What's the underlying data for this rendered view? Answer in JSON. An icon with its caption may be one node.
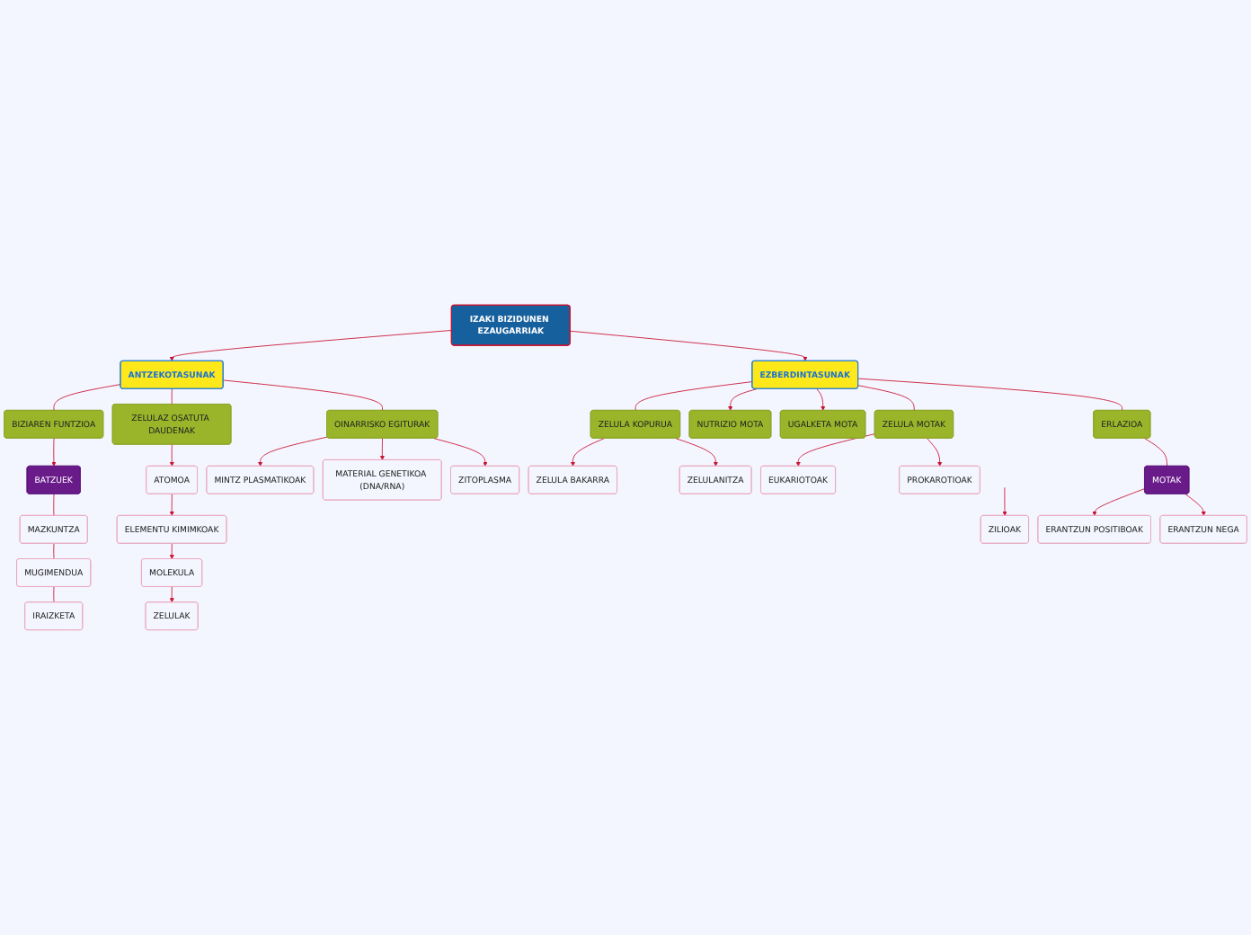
{
  "diagram": {
    "nodes": [
      {
        "text": [
          "IZAKI BIZIDUNEN EZAUGARRIAK"
        ]
      },
      {
        "text": [
          "ANTZEKOTASUNAK"
        ]
      },
      {
        "text": [
          "BIZIAREN FUNTZIOA"
        ]
      },
      {
        "text": [
          "BATZUEK"
        ]
      },
      {
        "text": [
          "MAZKUNTZA"
        ]
      },
      {
        "text": [
          "MUGIMENDUA"
        ]
      },
      {
        "text": [
          "IRAIZKETA"
        ]
      },
      {
        "text": [
          "ZELULAZ OSATUTA DAUDENAK"
        ]
      },
      {
        "text": [
          "ATOMOA"
        ]
      },
      {
        "text": [
          "ELEMENTU KIMIMKOAK"
        ]
      },
      {
        "text": [
          "MOLEKULA"
        ]
      },
      {
        "text": [
          "ZELULAK"
        ]
      },
      {
        "text": [
          "OINARRISKO EGITURAK"
        ]
      },
      {
        "text": [
          "MINTZ PLASMATIKOAK"
        ]
      },
      {
        "text": [
          "MATERIAL GENETIKOA (DNA/RNA)"
        ]
      },
      {
        "text": [
          "ZITOPLASMA"
        ]
      },
      {
        "text": [
          "EZBERDINTASUNAK"
        ]
      },
      {
        "text": [
          "ZELULA KOPURUA"
        ]
      },
      {
        "text": [
          "ZELULA BAKARRA"
        ]
      },
      {
        "text": [
          "ZELULANITZA"
        ]
      },
      {
        "text": [
          "NUTRIZIO MOTA"
        ]
      },
      {
        "text": [
          "UGALKETA MOTA"
        ]
      },
      {
        "text": [
          "ZELULA MOTAK"
        ]
      },
      {
        "text": [
          "EUKARIOTOAK"
        ]
      },
      {
        "text": [
          "PROKAROTIOAK"
        ]
      },
      {
        "text": [
          "ERLAZIOA"
        ]
      },
      {
        "text": [
          "ZILIOAK"
        ]
      },
      {
        "text": [
          "MOTAK"
        ]
      },
      {
        "text": [
          "ERANTZUN POSITIBOAK"
        ]
      },
      {
        "text": [
          "ERANTZUN NEGA"
        ]
      }
    ],
    "edges": [
      {
        "from": 0,
        "to": 1,
        "arrow": "to"
      },
      {
        "from": 1,
        "to": 2,
        "arrow": "none"
      },
      {
        "from": 2,
        "to": 3,
        "arrow": "to"
      },
      {
        "from": 3,
        "to": 4,
        "arrow": "none"
      },
      {
        "from": 4,
        "to": 5,
        "arrow": "none"
      },
      {
        "from": 5,
        "to": 6,
        "arrow": "none"
      },
      {
        "from": 1,
        "to": 7,
        "arrow": "none"
      },
      {
        "from": 7,
        "to": 8,
        "arrow": "to"
      },
      {
        "from": 8,
        "to": 9,
        "arrow": "to"
      },
      {
        "from": 9,
        "to": 10,
        "arrow": "to"
      },
      {
        "from": 10,
        "to": 11,
        "arrow": "to"
      },
      {
        "from": 1,
        "to": 12,
        "arrow": "none"
      },
      {
        "from": 12,
        "to": 13,
        "arrow": "to"
      },
      {
        "from": 12,
        "to": 14,
        "arrow": "to"
      },
      {
        "from": 12,
        "to": 15,
        "arrow": "to"
      },
      {
        "from": 0,
        "to": 16,
        "arrow": "to"
      },
      {
        "from": 16,
        "to": 17,
        "arrow": "none"
      },
      {
        "from": 17,
        "to": 18,
        "arrow": "to"
      },
      {
        "from": 17,
        "to": 19,
        "arrow": "to"
      },
      {
        "from": 16,
        "to": 20,
        "arrow": "to"
      },
      {
        "from": 16,
        "to": 21,
        "arrow": "to"
      },
      {
        "from": 16,
        "to": 22,
        "arrow": "none"
      },
      {
        "from": 22,
        "to": 23,
        "arrow": "to"
      },
      {
        "from": 22,
        "to": 24,
        "arrow": "to"
      },
      {
        "from": 16,
        "to": 25,
        "arrow": "none"
      },
      {
        "from": null,
        "to": 26,
        "arrow": "to"
      },
      {
        "from": 25,
        "to": 27,
        "arrow": "none"
      },
      {
        "from": 27,
        "to": 28,
        "arrow": "to"
      },
      {
        "from": 27,
        "to": 29,
        "arrow": "to"
      }
    ]
  }
}
